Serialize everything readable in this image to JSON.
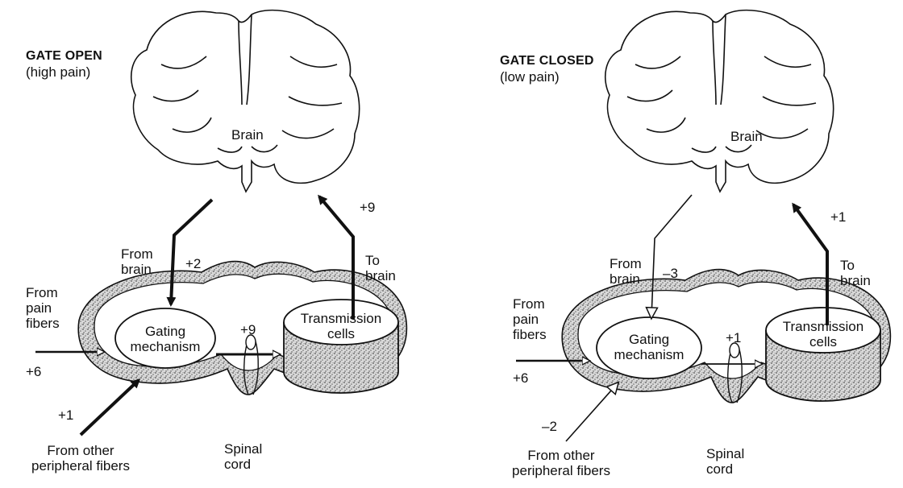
{
  "panels": {
    "open": {
      "title": "GATE OPEN",
      "subtitle": "(high pain)",
      "brain": "Brain",
      "from_brain_line1": "From",
      "from_brain_line2": "brain",
      "from_brain_value": "+2",
      "to_brain_line1": "To",
      "to_brain_line2": "brain",
      "to_brain_value": "+9",
      "pain_line1": "From",
      "pain_line2": "pain",
      "pain_line3": "fibers",
      "pain_value": "+6",
      "gate_line1": "Gating",
      "gate_line2": "mechanism",
      "gate_output_value": "+9",
      "transmission_line1": "Transmission",
      "transmission_line2": "cells",
      "peripheral_value": "+1",
      "peripheral_line1": "From other",
      "peripheral_line2": "peripheral fibers",
      "spinal_line1": "Spinal",
      "spinal_line2": "cord"
    },
    "closed": {
      "title": "GATE CLOSED",
      "subtitle": "(low pain)",
      "brain": "Brain",
      "from_brain_line1": "From",
      "from_brain_line2": "brain",
      "from_brain_value": "–3",
      "to_brain_line1": "To",
      "to_brain_line2": "brain",
      "to_brain_value": "+1",
      "pain_line1": "From",
      "pain_line2": "pain",
      "pain_line3": "fibers",
      "pain_value": "+6",
      "gate_line1": "Gating",
      "gate_line2": "mechanism",
      "gate_output_value": "+1",
      "transmission_line1": "Transmission",
      "transmission_line2": "cells",
      "peripheral_value": "–2",
      "peripheral_line1": "From other",
      "peripheral_line2": "peripheral fibers",
      "spinal_line1": "Spinal",
      "spinal_line2": "cord"
    }
  },
  "colors": {
    "ink": "#111111",
    "stipple": "#8a8a8a",
    "background": "#ffffff"
  }
}
